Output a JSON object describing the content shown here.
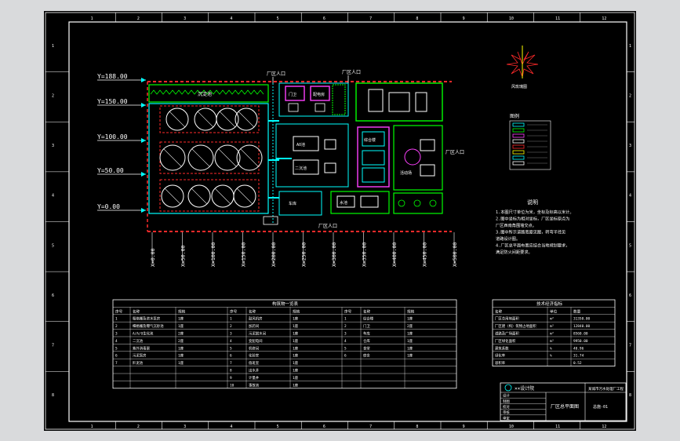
{
  "colors": {
    "background": "#000000",
    "line": "#ffffff",
    "cyan": "#00ffff",
    "green": "#00ff00",
    "red": "#ff2a2a",
    "magenta": "#ff40ff",
    "yellow": "#ffff00"
  },
  "border": {
    "columns": [
      "1",
      "2",
      "3",
      "4",
      "5",
      "6",
      "7",
      "8",
      "9",
      "10",
      "11",
      "12"
    ],
    "rows": [
      "1",
      "2",
      "3",
      "4",
      "5",
      "6",
      "7",
      "8"
    ]
  },
  "plan": {
    "y_axis_labels": [
      "Y=188.00",
      "Y=150.00",
      "Y=100.00",
      "Y=50.00",
      "Y=0.00"
    ],
    "x_axis_labels": [
      "X=0.00",
      "X=50.00",
      "X=100.00",
      "X=150.00",
      "X=200.00",
      "X=250.00",
      "X=300.00",
      "X=350.00",
      "X=400.00",
      "X=450.00",
      "X=500.00"
    ],
    "entrances": {
      "top_left": "厂区人口",
      "top_right": "厂区人口",
      "right": "厂区人口",
      "bottom": "厂区人口"
    },
    "buildings": {
      "sludge": "沉淀池",
      "gate": "门卫",
      "pump_room": "配电房",
      "office": "综合楼",
      "fitness": "活动场",
      "workshop_a": "AO池",
      "workshop_b": "二沉池",
      "parking": "车库",
      "pond": "水池"
    }
  },
  "compass": {
    "label": "风玫瑰图"
  },
  "legend": {
    "title": "图例"
  },
  "notes": {
    "title": "说明",
    "lines": [
      "1.本图尺寸单位为米，坐标及标高以米计。",
      "2.图中坐标为相对坐标，厂区坐标原点为",
      "  厂区西南角围墙交点。",
      "3.图中所示道路宽度见图，转弯半径见",
      "  道路设计图。",
      "4.厂区总平面布置应结合当地规划要求，",
      "  满足防火间距要求。"
    ]
  },
  "structure_table": {
    "title": "构筑物一览表",
    "headers": [
      "序号",
      "名称",
      "规格",
      "序号",
      "名称",
      "规格",
      "序号",
      "名称",
      "规格"
    ],
    "rows": [
      [
        "1",
        "粗格栅及进水泵房",
        "1座",
        "1",
        "鼓风机房",
        "1座",
        "1",
        "综合楼",
        "1座"
      ],
      [
        "2",
        "细格栅及曝气沉砂池",
        "1座",
        "2",
        "加药间",
        "1座",
        "2",
        "门卫",
        "2座"
      ],
      [
        "3",
        "A/A/O生化池",
        "2座",
        "3",
        "污泥脱水间",
        "1座",
        "3",
        "车库",
        "1座"
      ],
      [
        "4",
        "二沉池",
        "2座",
        "4",
        "变配电间",
        "1座",
        "4",
        "仓库",
        "1座"
      ],
      [
        "5",
        "紫外消毒渠",
        "1座",
        "5",
        "机修间",
        "1座",
        "5",
        "食堂",
        "1座"
      ],
      [
        "6",
        "污泥泵房",
        "1座",
        "6",
        "化验室",
        "1座",
        "6",
        "宿舍",
        "1座"
      ],
      [
        "7",
        "贮泥池",
        "1座",
        "7",
        "值班室",
        "1座",
        "",
        "",
        ""
      ],
      [
        "",
        "",
        "",
        "8",
        "出水井",
        "1座",
        "",
        "",
        ""
      ],
      [
        "",
        "",
        "",
        "9",
        "计量井",
        "1座",
        "",
        "",
        ""
      ],
      [
        "",
        "",
        "",
        "10",
        "事故池",
        "1座",
        "",
        "",
        ""
      ]
    ]
  },
  "index_table": {
    "title": "技术经济指标",
    "headers": [
      "名称",
      "单位",
      "数量"
    ],
    "rows": [
      [
        "厂区总用地面积",
        "m²",
        "31350.00"
      ],
      [
        "厂区建（构）筑物占地面积",
        "m²",
        "12840.00"
      ],
      [
        "道路及广场面积",
        "m²",
        "8560.00"
      ],
      [
        "厂区绿化面积",
        "m²",
        "9950.00"
      ],
      [
        "建筑系数",
        "%",
        "40.96"
      ],
      [
        "绿化率",
        "%",
        "31.74"
      ],
      [
        "容积率",
        "",
        "0.52"
      ]
    ]
  },
  "title_block": {
    "company": "××设计院",
    "project": "某城市污水处理厂工程",
    "drawing_name": "厂区总平面图",
    "drawing_no": "总施-01",
    "rows": [
      "设计",
      "制图",
      "校对",
      "审核",
      "审定"
    ]
  }
}
